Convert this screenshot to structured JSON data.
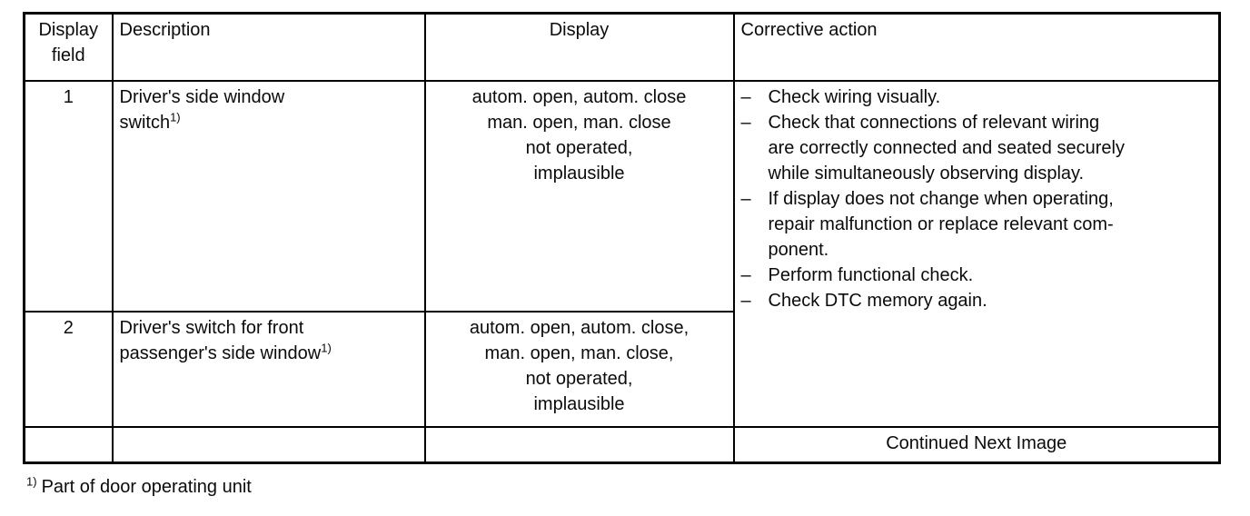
{
  "header": {
    "display_field": "Display\nfield",
    "description": "Description",
    "display": "Display",
    "corrective_action": "Corrective action"
  },
  "rows": [
    {
      "field": "1",
      "description": "Driver's side window\nswitch",
      "description_sup": "1)",
      "display": "autom. open, autom. close\nman. open, man. close\nnot operated,\nimplausible"
    },
    {
      "field": "2",
      "description": "Driver's switch for front\npassenger's side window",
      "description_sup": "1)",
      "display": "autom. open, autom. close,\nman. open, man. close,\nnot operated,\nimplausible"
    }
  ],
  "corrective": {
    "bullet": "–",
    "items": [
      "Check wiring visually.",
      "Check that connections of relevant wiring\nare correctly connected and seated securely\nwhile simultaneously observing display.",
      "If display does not change when operating,\nrepair malfunction or replace relevant com-\nponent.",
      "Perform functional check.",
      "Check DTC memory again."
    ]
  },
  "continued_row": {
    "label": "Continued Next Image"
  },
  "footnote": {
    "sup": "1)",
    "text": "Part of door operating unit"
  }
}
